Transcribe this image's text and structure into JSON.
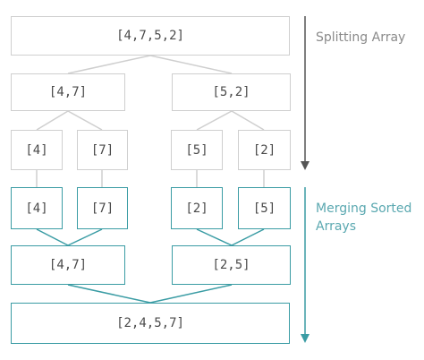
{
  "labels": {
    "split": "Splitting Array",
    "merge_line1": "Merging Sorted",
    "merge_line2": "Arrays"
  },
  "split": {
    "root": "[4,7,5,2]",
    "left": "[4,7]",
    "right": "[5,2]",
    "leaves": [
      "[4]",
      "[7]",
      "[5]",
      "[2]"
    ]
  },
  "merge": {
    "leaves": [
      "[4]",
      "[7]",
      "[2]",
      "[5]"
    ],
    "left": "[4,7]",
    "right": "[2,5]",
    "root": "[2,4,5,7]"
  },
  "colors": {
    "split_border": "#cfcfcf",
    "merge_border": "#3a9ca4",
    "split_text": "#8a8a8a",
    "merge_text": "#5aa8b0",
    "arrow_split": "#555555",
    "arrow_merge": "#3a9ca4"
  }
}
